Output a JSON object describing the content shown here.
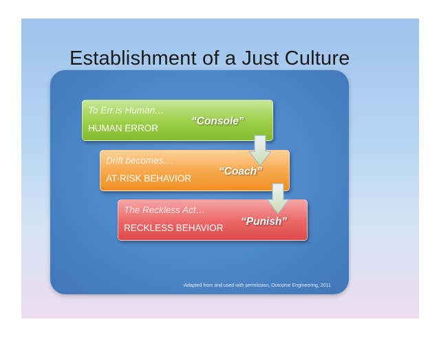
{
  "title": "Establishment of a Just Culture",
  "levels": [
    {
      "subtitle": "To Err is Human…",
      "label": "HUMAN ERROR",
      "action": "“Console”",
      "color": "#9fd04d"
    },
    {
      "subtitle": "Drift becomes…",
      "label": "AT-RISK BEHAVIOR",
      "action": "“Coach”",
      "color": "#f8aa4e"
    },
    {
      "subtitle": "The Reckless Act…",
      "label": "RECKLESS BEHAVIOR",
      "action": "“Punish”",
      "color": "#ec6b6b"
    }
  ],
  "credit": "-Adapted from and used with permission, Outcome Engineering, 2011",
  "icons": [
    "down-arrow-icon",
    "down-arrow-icon"
  ],
  "colors": {
    "background": "#b7d6f2",
    "panel": "#4c87c8",
    "arrow": "#d8e6c2"
  }
}
